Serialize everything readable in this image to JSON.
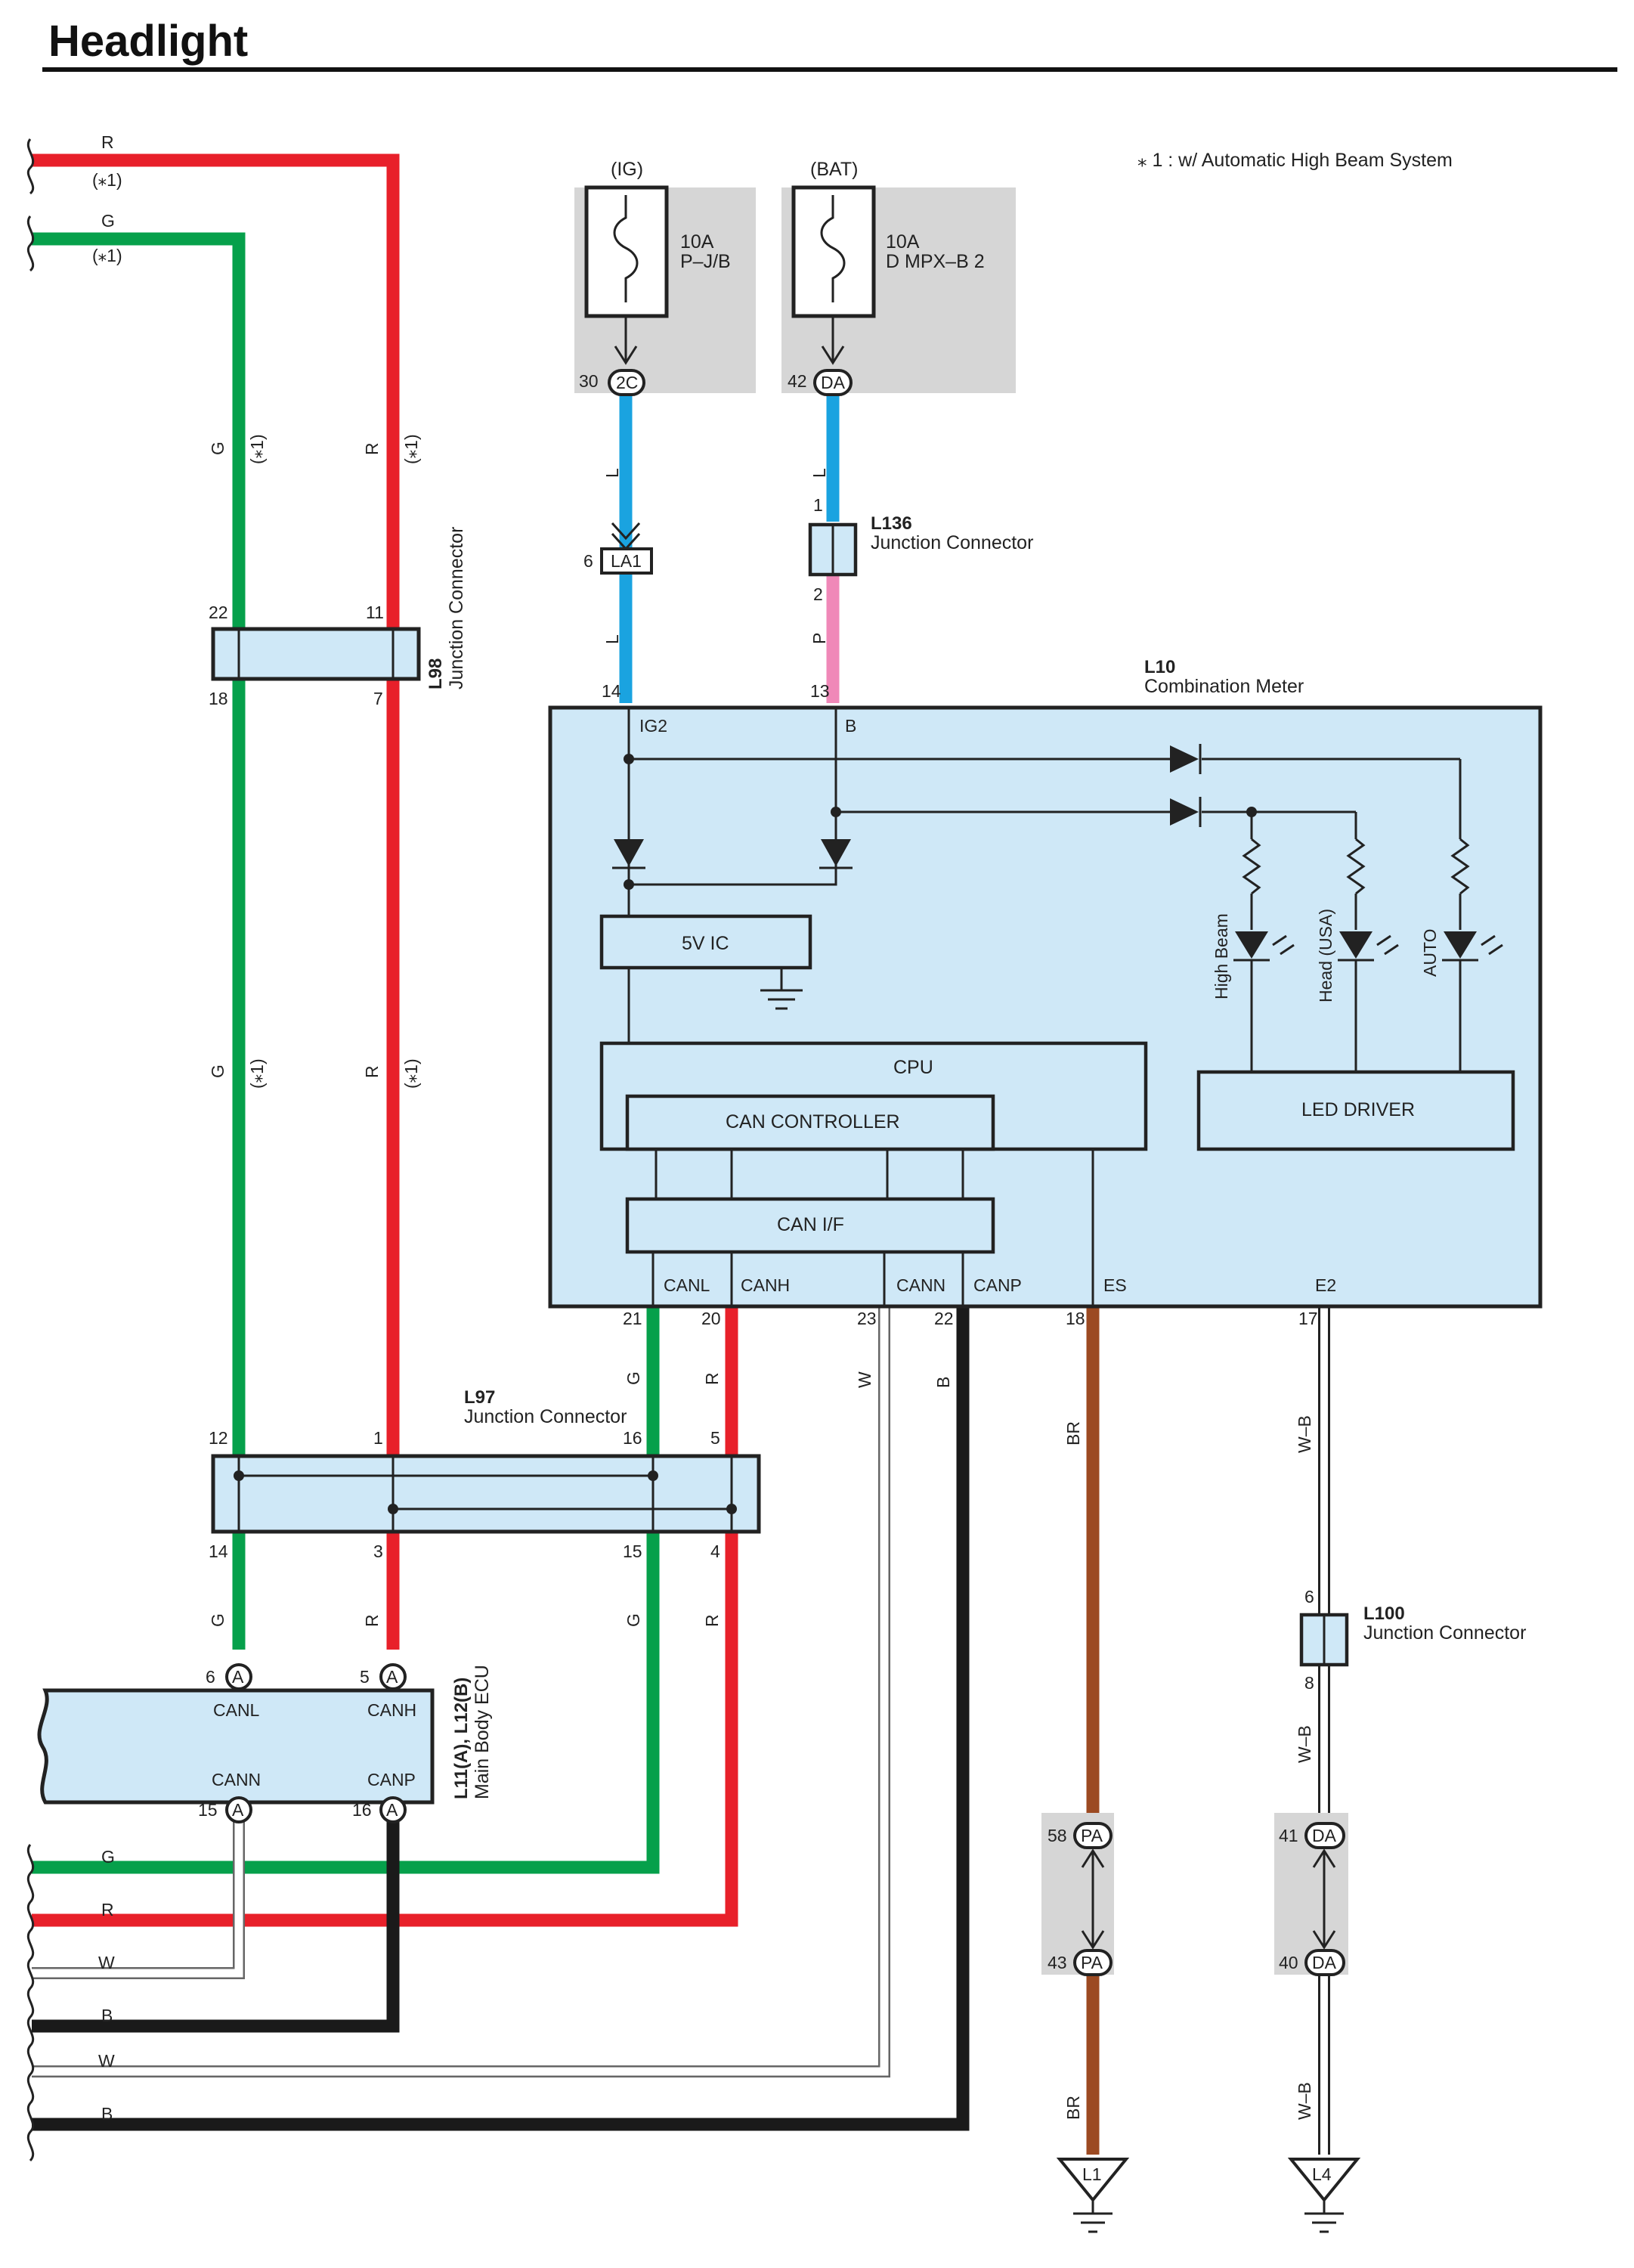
{
  "page": {
    "title": "Headlight"
  },
  "note": "⁎ 1 : w/ Automatic High Beam System",
  "fuses": [
    {
      "source": "(IG)",
      "rating": "10A",
      "name": "P–J/B",
      "pin": "30",
      "connector": "2C"
    },
    {
      "source": "(BAT)",
      "rating": "10A",
      "name": "D MPX–B 2",
      "pin": "42",
      "connector": "DA"
    }
  ],
  "connectors": {
    "la1": {
      "id": "LA1",
      "pin": "6"
    },
    "l136": {
      "id": "L136",
      "name": "Junction Connector",
      "pin_in": "1",
      "pin_out": "2"
    },
    "l98": {
      "id": "L98",
      "name": "Junction Connector",
      "pins": [
        "22",
        "11",
        "18",
        "7"
      ]
    },
    "l97": {
      "id": "L97",
      "name": "Junction Connector",
      "pins_top": [
        "12",
        "1",
        "16",
        "5"
      ],
      "pins_bottom": [
        "14",
        "3",
        "15",
        "4"
      ]
    },
    "l100": {
      "id": "L100",
      "name": "Junction Connector",
      "pin_in": "6",
      "pin_out": "8"
    },
    "pa": {
      "id": "PA",
      "pin_top": "58",
      "pin_bottom": "43"
    },
    "da": {
      "id": "DA",
      "pin_top": "41",
      "pin_bottom": "40"
    }
  },
  "meter": {
    "id": "L10",
    "name": "Combination Meter",
    "pins_top": {
      "ig2": "IG2",
      "ig2_no": "14",
      "b": "B",
      "b_no": "13"
    },
    "blocks": {
      "ic": "5V IC",
      "cpu": "CPU",
      "can_controller": "CAN CONTROLLER",
      "can_if": "CAN I/F",
      "led_driver": "LED DRIVER"
    },
    "leds": [
      "High Beam",
      "Head (USA)",
      "AUTO"
    ],
    "pins_bottom": [
      {
        "name": "CANL",
        "no": "21"
      },
      {
        "name": "CANH",
        "no": "20"
      },
      {
        "name": "CANN",
        "no": "23"
      },
      {
        "name": "CANP",
        "no": "22"
      },
      {
        "name": "ES",
        "no": "18"
      },
      {
        "name": "E2",
        "no": "17"
      }
    ]
  },
  "ecu": {
    "id": "L11(A), L12(B)",
    "name": "Main Body ECU",
    "pins": [
      {
        "name": "CANL",
        "no": "6",
        "conn": "A"
      },
      {
        "name": "CANH",
        "no": "5",
        "conn": "A"
      },
      {
        "name": "CANN",
        "no": "15",
        "conn": "A"
      },
      {
        "name": "CANP",
        "no": "16",
        "conn": "A"
      }
    ]
  },
  "wire_colors": {
    "R": "#e8202a",
    "G": "#06a04b",
    "L": "#1aa3e0",
    "P": "#f088b8",
    "BR": "#9c4a22",
    "W": "#ffffff",
    "B": "#1a1a1a",
    "W-B": "#ffffff"
  },
  "wire_labels": {
    "r": "R",
    "g": "G",
    "l": "L",
    "p": "P",
    "w": "W",
    "b": "B",
    "br": "BR",
    "wb": "W–B",
    "star": "(⁎1)"
  },
  "left_wires": [
    "R",
    "G",
    "G",
    "R",
    "W",
    "B",
    "W",
    "B"
  ],
  "grounds": [
    "L1",
    "L4"
  ]
}
